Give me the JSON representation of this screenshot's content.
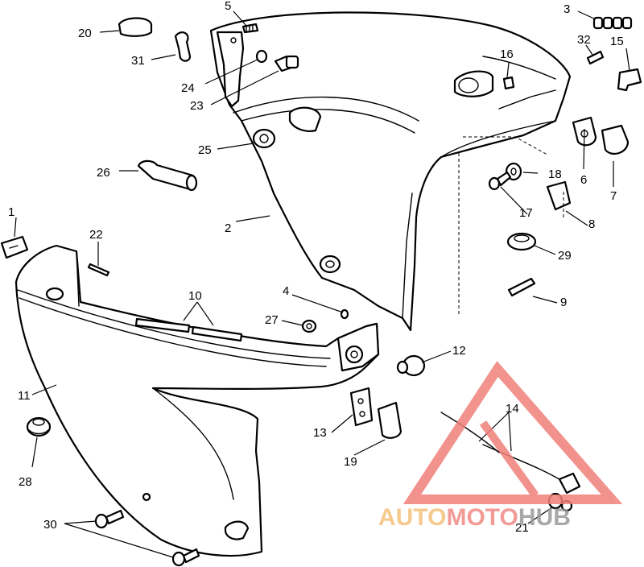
{
  "callouts": [
    {
      "id": "1",
      "label": "1"
    },
    {
      "id": "2",
      "label": "2"
    },
    {
      "id": "3",
      "label": "3"
    },
    {
      "id": "4",
      "label": "4"
    },
    {
      "id": "5",
      "label": "5"
    },
    {
      "id": "6",
      "label": "6"
    },
    {
      "id": "7",
      "label": "7"
    },
    {
      "id": "8",
      "label": "8"
    },
    {
      "id": "9",
      "label": "9"
    },
    {
      "id": "10",
      "label": "10"
    },
    {
      "id": "11",
      "label": "11"
    },
    {
      "id": "12",
      "label": "12"
    },
    {
      "id": "13",
      "label": "13"
    },
    {
      "id": "14",
      "label": "14"
    },
    {
      "id": "15",
      "label": "15"
    },
    {
      "id": "16",
      "label": "16"
    },
    {
      "id": "17",
      "label": "17"
    },
    {
      "id": "18",
      "label": "18"
    },
    {
      "id": "19",
      "label": "19"
    },
    {
      "id": "20",
      "label": "20"
    },
    {
      "id": "21",
      "label": "21"
    },
    {
      "id": "22",
      "label": "22"
    },
    {
      "id": "23",
      "label": "23"
    },
    {
      "id": "24",
      "label": "24"
    },
    {
      "id": "25",
      "label": "25"
    },
    {
      "id": "26",
      "label": "26"
    },
    {
      "id": "27",
      "label": "27"
    },
    {
      "id": "28",
      "label": "28"
    },
    {
      "id": "29",
      "label": "29"
    },
    {
      "id": "30",
      "label": "30"
    },
    {
      "id": "31",
      "label": "31"
    },
    {
      "id": "32",
      "label": "32"
    }
  ],
  "watermark": {
    "part1": "AUTO",
    "part2": "MOTO",
    "part3": "HUB",
    "color_auto": "#f5c07a",
    "color_moto": "#f08a84",
    "color_hub": "#9a9a9a",
    "logo_color": "#f0807a"
  }
}
